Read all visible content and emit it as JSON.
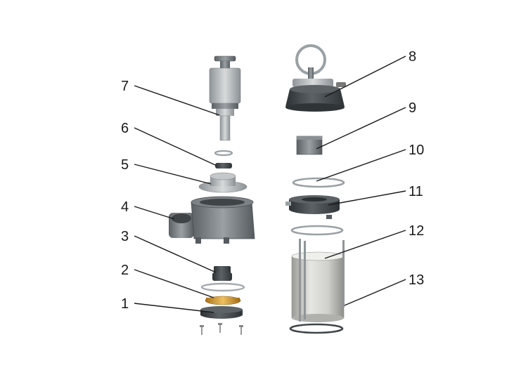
{
  "diagram": {
    "type": "exploded-view",
    "parts": [
      {
        "id": "part-1",
        "label": "1"
      },
      {
        "id": "part-2",
        "label": "2"
      },
      {
        "id": "part-3",
        "label": "3"
      },
      {
        "id": "part-4",
        "label": "4"
      },
      {
        "id": "part-5",
        "label": "5"
      },
      {
        "id": "part-6",
        "label": "6"
      },
      {
        "id": "part-7",
        "label": "7"
      },
      {
        "id": "part-8",
        "label": "8"
      },
      {
        "id": "part-9",
        "label": "9"
      },
      {
        "id": "part-10",
        "label": "10"
      },
      {
        "id": "part-11",
        "label": "11"
      },
      {
        "id": "part-12",
        "label": "12"
      },
      {
        "id": "part-13",
        "label": "13"
      }
    ],
    "colors": {
      "dark_metal": "#3f4447",
      "mid_metal": "#6e7478",
      "light_metal": "#b7bbbd",
      "steel": "#d6d6d2",
      "brass": "#d7a13a",
      "ring": "#9aa1a5",
      "label": "#1a1a1a"
    }
  }
}
